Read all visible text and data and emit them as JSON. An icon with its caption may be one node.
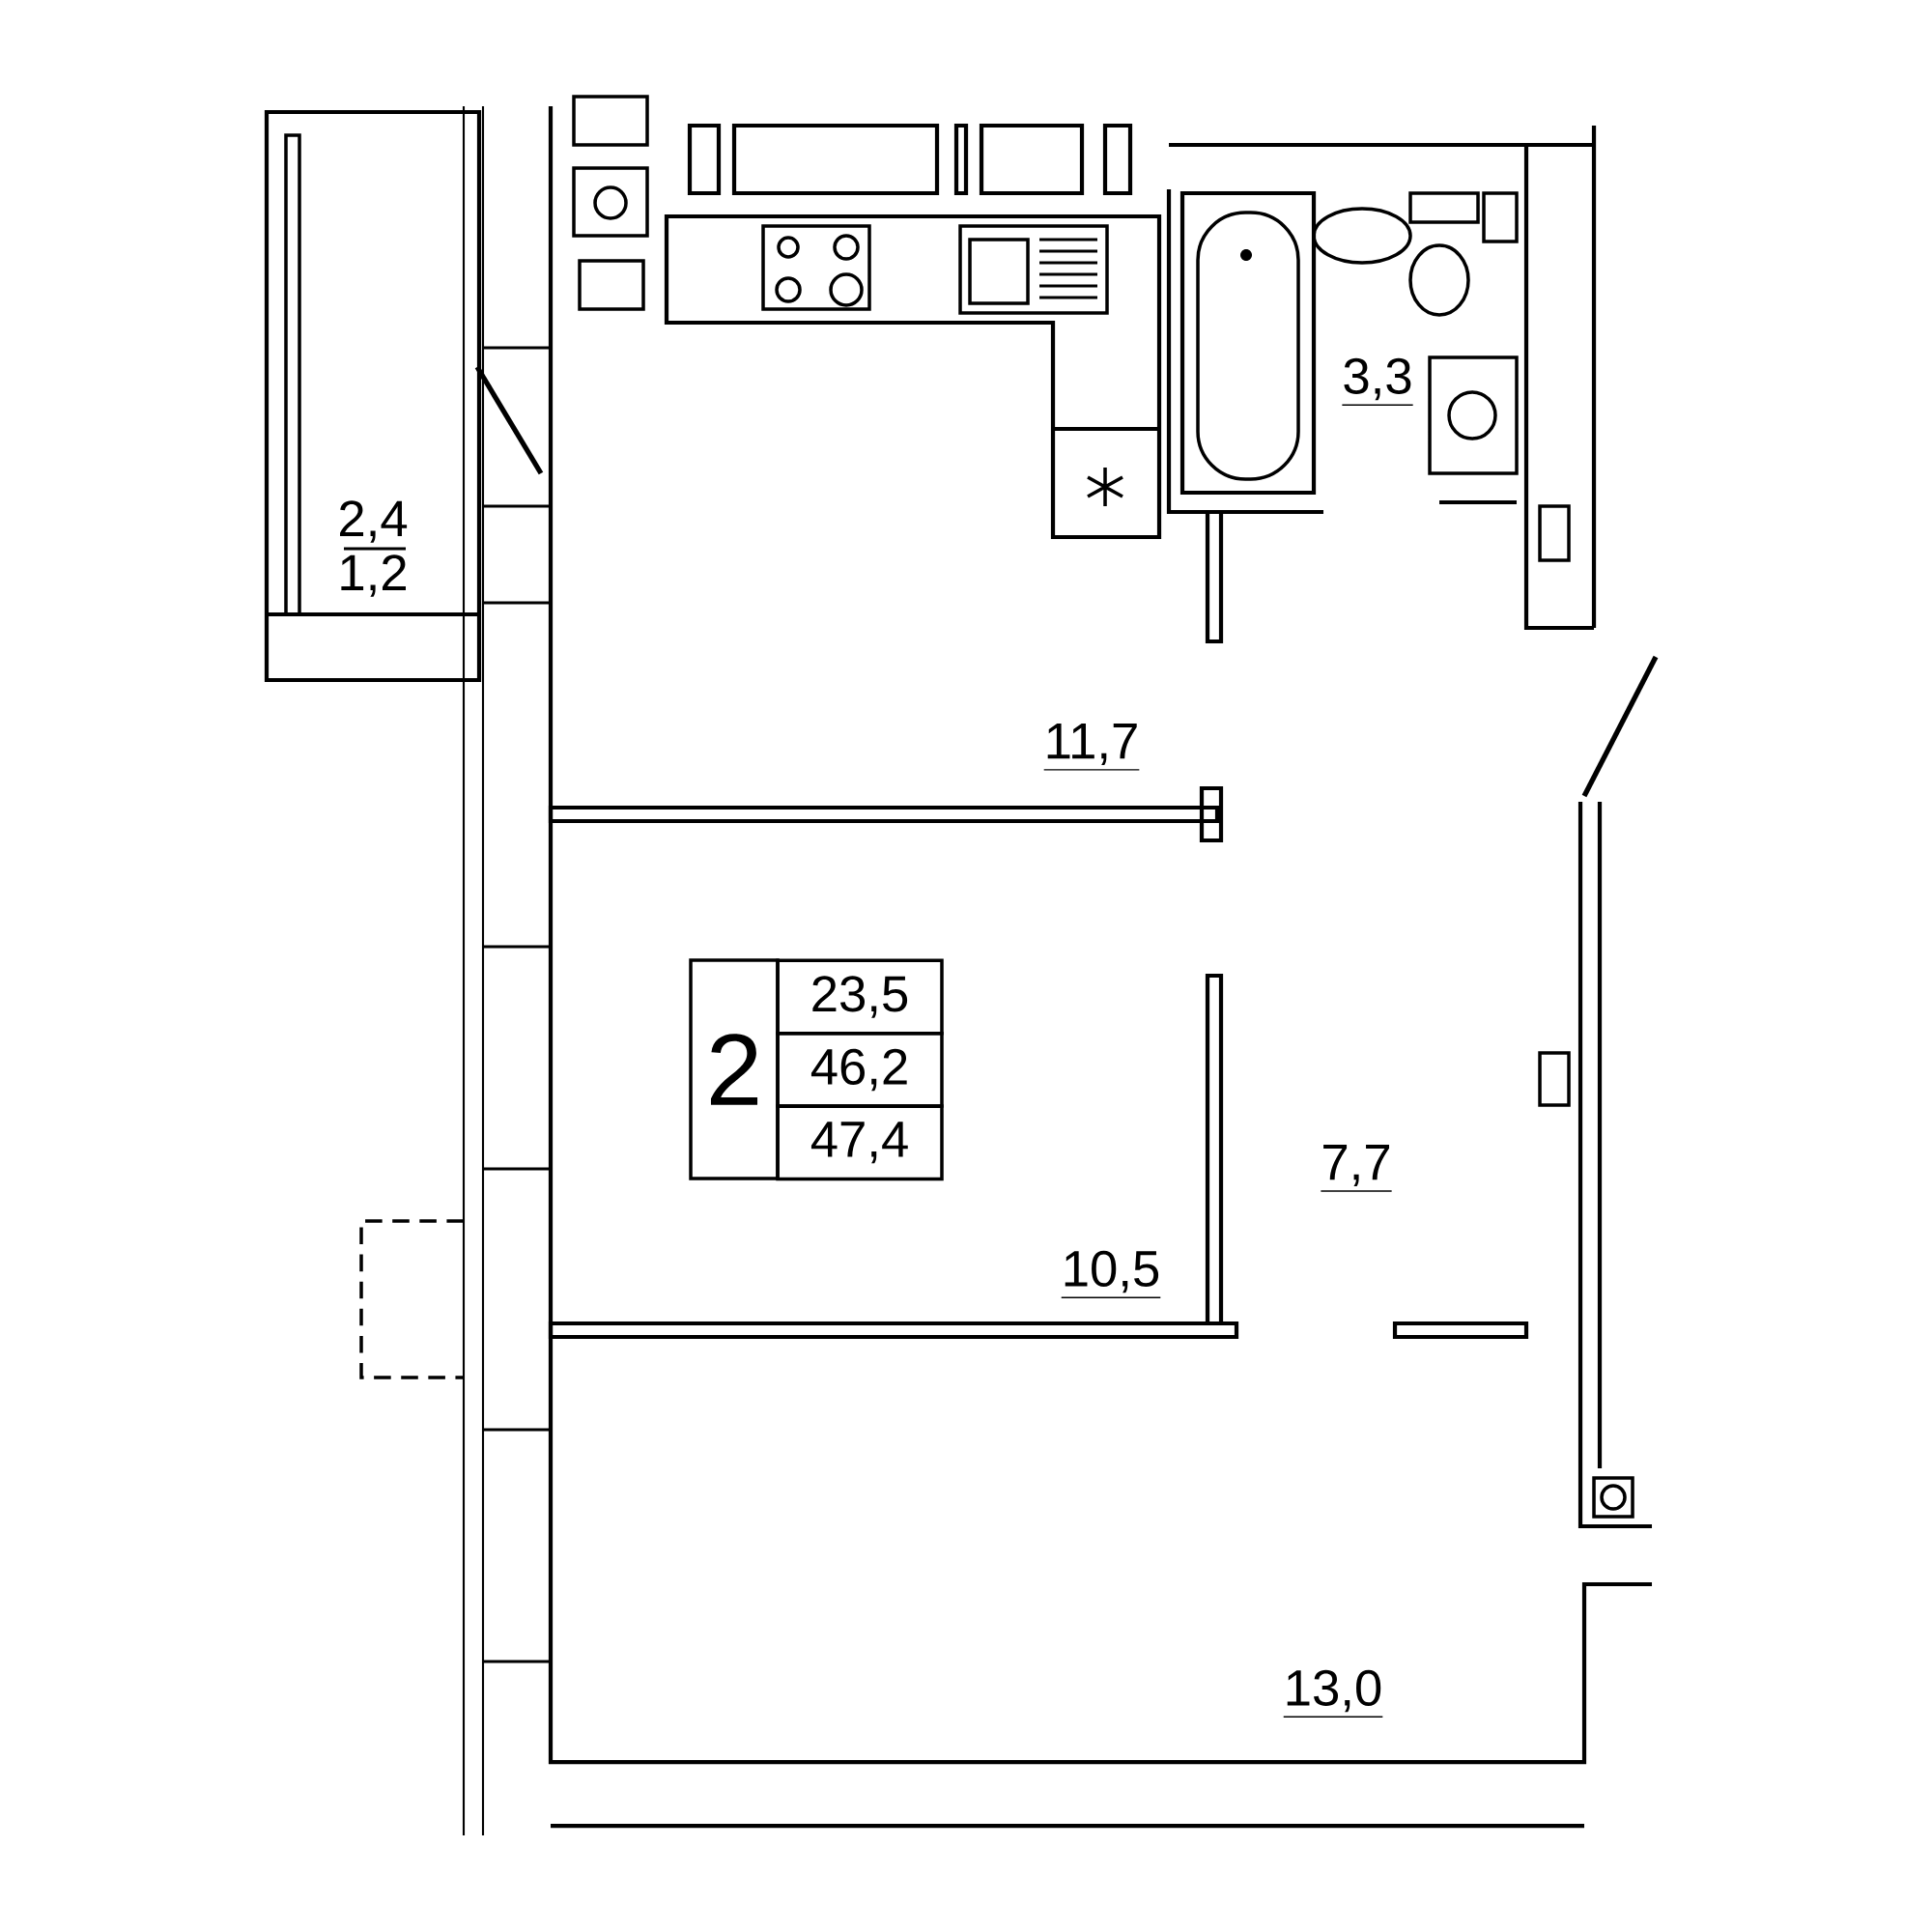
{
  "diagram": {
    "labels": [
      "2,4",
      "1,2",
      "3,3",
      "11,7",
      "2",
      "23,5",
      "46,2",
      "47,4",
      "7,7",
      "10,5",
      "13,0"
    ]
  }
}
